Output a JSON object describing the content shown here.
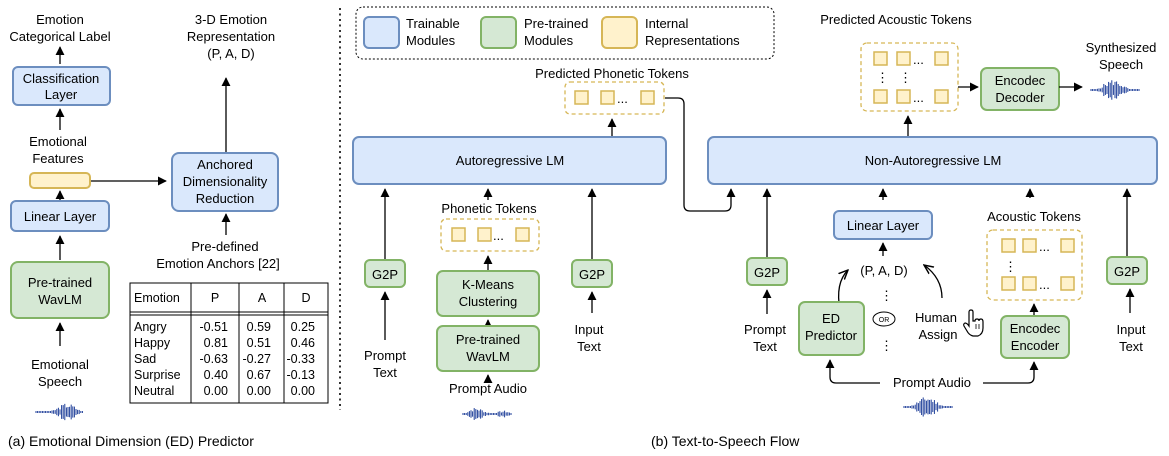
{
  "colors": {
    "trainable_fill": "#dae8fc",
    "trainable_stroke": "#6c8ebf",
    "pretrained_fill": "#d5e8d4",
    "pretrained_stroke": "#82b366",
    "internal_fill": "#fff2cc",
    "internal_stroke": "#d6b656",
    "audio_wave": "#1f3f99"
  },
  "legend": {
    "trainable": "Trainable Modules",
    "pretrained": "Pre-trained Modules",
    "internal": "Internal Representations"
  },
  "left_panel": {
    "emotion_label": "Emotion Categorical Label",
    "classification_layer": "Classification Layer",
    "emotional_features": "Emotional Features",
    "linear_layer": "Linear Layer",
    "wavlm": "Pre-trained WavLM",
    "emotional_speech": "Emotional Speech",
    "representation": "3-D Emotion Representation",
    "pad_tuple": "(P, A, D)",
    "anchored": "Anchored Dimensionality Reduction",
    "anchors_label": "Pre-defined Emotion Anchors [22]",
    "table": {
      "headers": [
        "Emotion",
        "P",
        "A",
        "D"
      ],
      "rows": [
        [
          "Angry",
          "-0.51",
          "0.59",
          "0.25"
        ],
        [
          "Happy",
          "0.81",
          "0.51",
          "0.46"
        ],
        [
          "Sad",
          "-0.63",
          "-0.27",
          "-0.33"
        ],
        [
          "Surprise",
          "0.40",
          "0.67",
          "-0.13"
        ],
        [
          "Neutral",
          "0.00",
          "0.00",
          "0.00"
        ]
      ]
    },
    "caption": "(a) Emotional Dimension (ED) Predictor"
  },
  "right_panel": {
    "predicted_phonetic": "Predicted Phonetic Tokens",
    "autoregressive_lm": "Autoregressive LM",
    "phonetic_tokens": "Phonetic Tokens",
    "kmeans": "K-Means Clustering",
    "wavlm": "Pre-trained WavLM",
    "g2p": "G2P",
    "prompt_text": "Prompt Text",
    "prompt_audio": "Prompt Audio",
    "input_text": "Input Text",
    "predicted_acoustic": "Predicted Acoustic Tokens",
    "encodec_decoder": "Encodec Decoder",
    "synthesized_speech": "Synthesized Speech",
    "non_autoregressive_lm": "Non-Autoregressive LM",
    "linear_layer": "Linear Layer",
    "acoustic_tokens": "Acoustic Tokens",
    "pad_tuple": "(P, A, D)",
    "ed_predictor": "ED Predictor",
    "or": "OR",
    "human_assign": "Human Assign",
    "encodec_encoder": "Encodec Encoder",
    "ellipsis": "...",
    "vdots": "⋮",
    "caption": "(b) Text-to-Speech Flow"
  }
}
